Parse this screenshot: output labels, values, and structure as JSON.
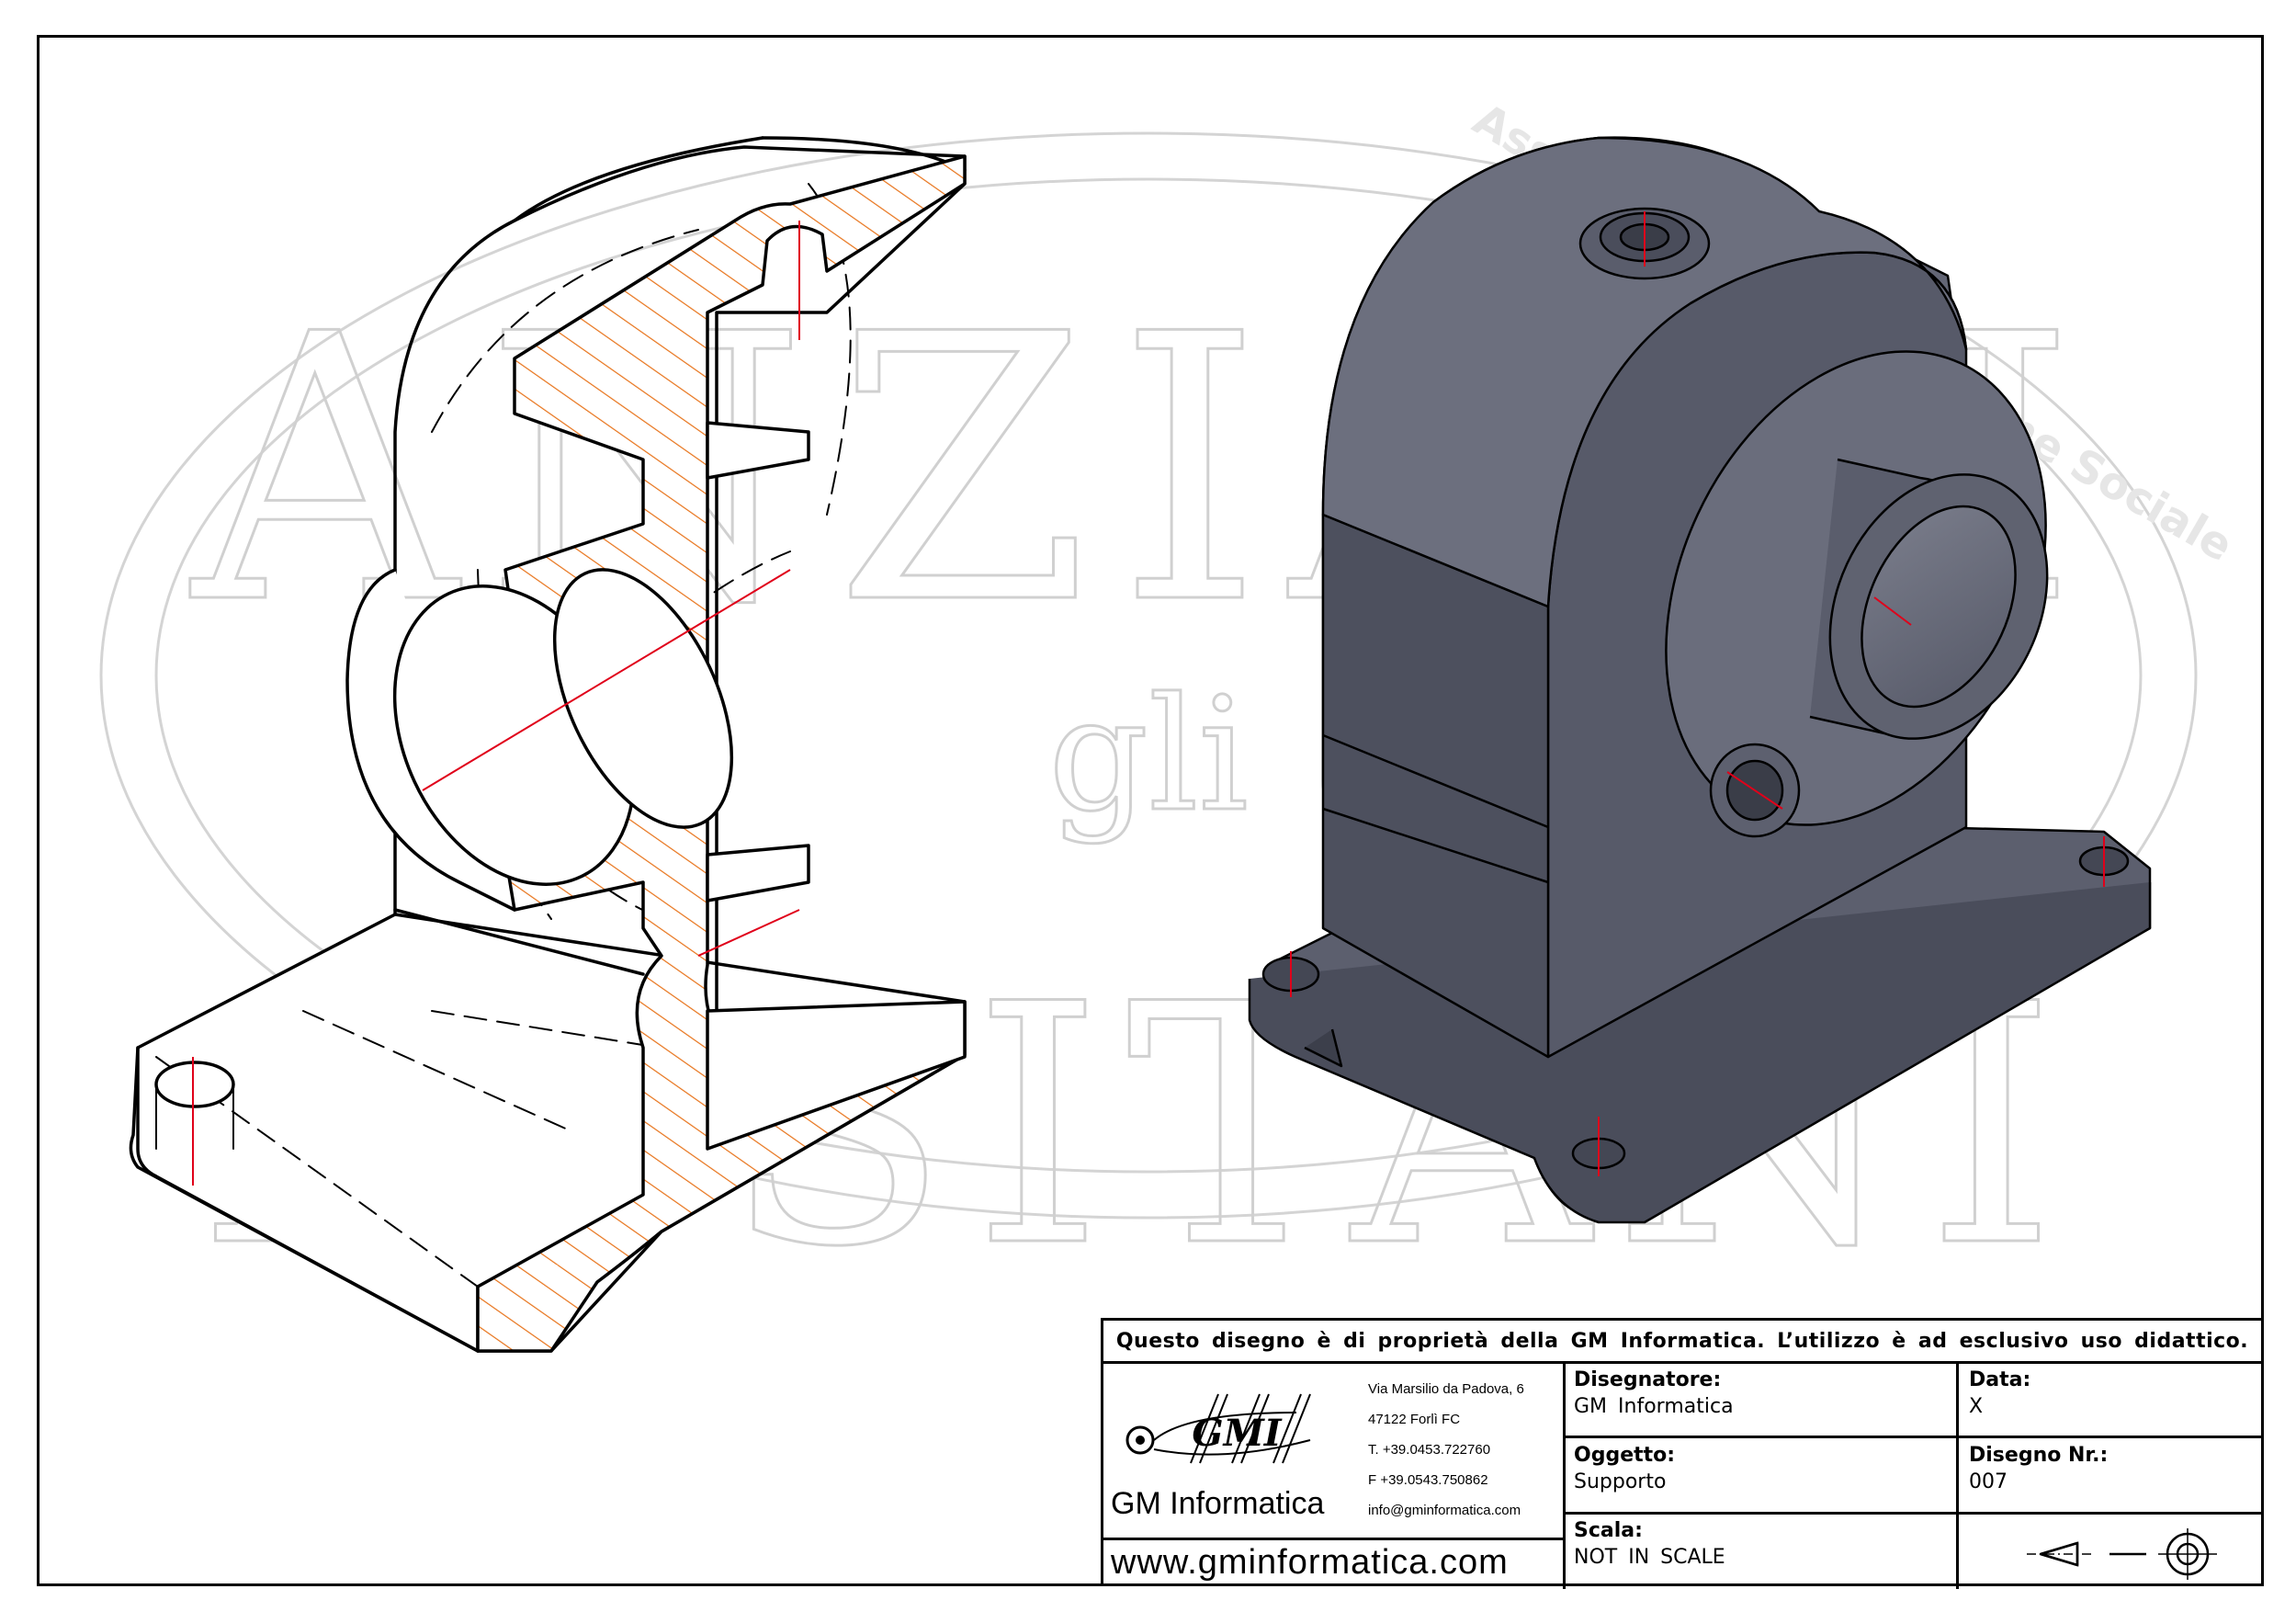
{
  "watermark": {
    "word_top": "ANZIANI",
    "word_mid": "gli",
    "word_bottom": "ASSITANI",
    "arc_text": "Associazione e Promozione Sociale"
  },
  "titleblock": {
    "notice": "Questo disegno è di proprietà della GM Informatica. L’utilizzo è ad esclusivo uso didattico.",
    "logo_text": "GMI",
    "company": "GM Informatica",
    "website": "www.gminformatica.com",
    "address": [
      "Via Marsilio da Padova, 6",
      "47122  Forlì  FC",
      "T. +39.0453.722760",
      "F +39.0543.750862",
      "info@gminformatica.com"
    ],
    "designer_label": "Disegnatore:",
    "designer_value": "GM  Informatica",
    "date_label": "Data:",
    "date_value": "X",
    "object_label": "Oggetto:",
    "object_value": "Supporto",
    "drawing_no_label": "Disegno  Nr.:",
    "drawing_no_value": "007",
    "scale_label": "Scala:",
    "scale_value": "NOT  IN  SCALE",
    "projection_symbol": "first-angle-projection-icon"
  },
  "colors": {
    "hatch": "#e8731a",
    "center_line": "#e0001a",
    "solid_face_light": "#6b6e7c",
    "solid_face_mid": "#575a69",
    "solid_face_dark": "#454855",
    "watermark": "#cfcfcf"
  }
}
